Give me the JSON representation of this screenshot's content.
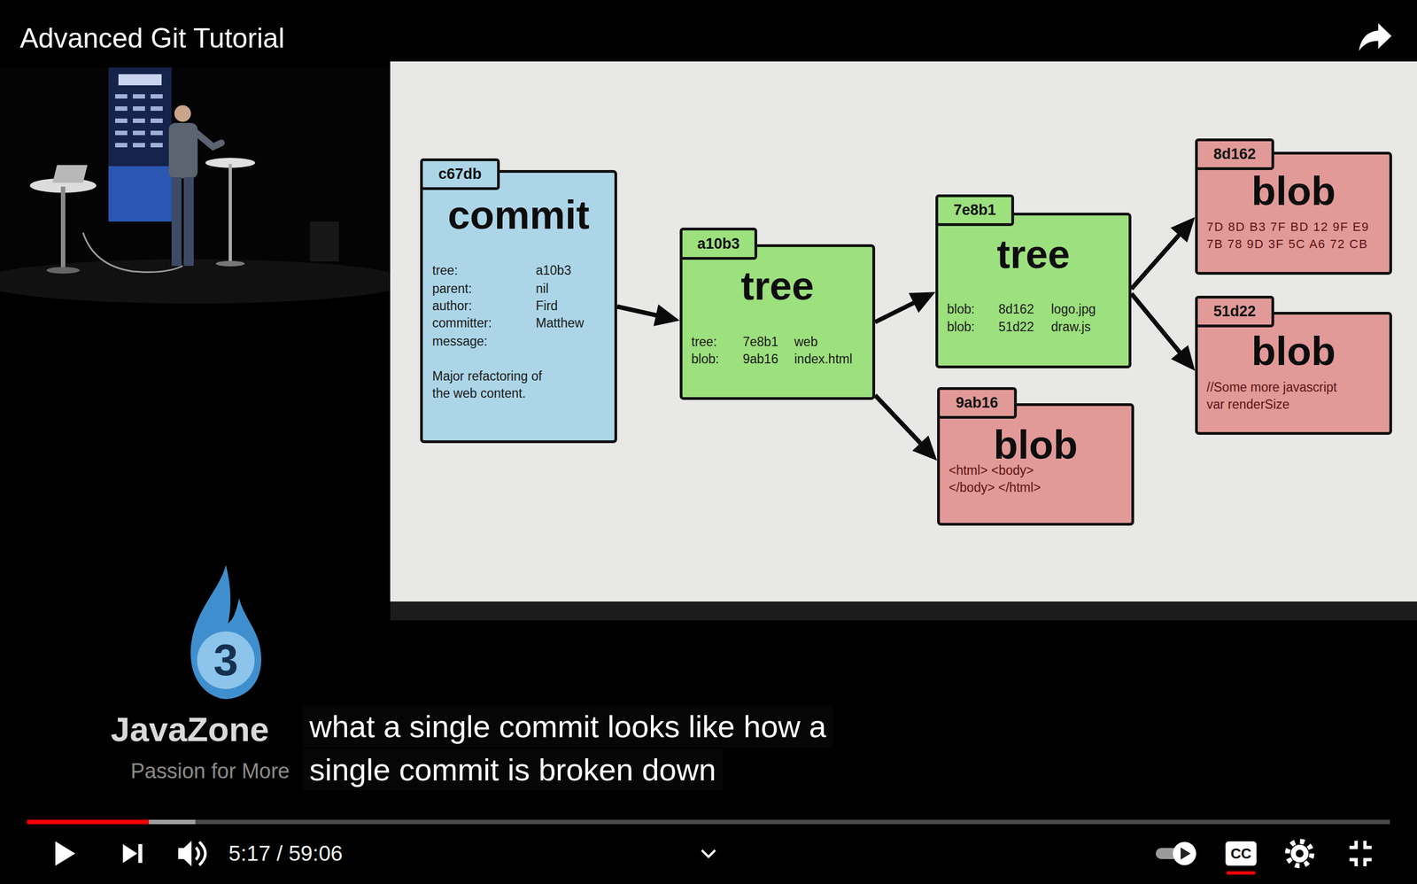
{
  "diagram": {
    "title": "Advanced Git Tutorial",
    "nodes": [
      {
        "text": [
          "c67db",
          "commit",
          "tree:",
          "a10b3",
          "parent:",
          "nil",
          "author:",
          "Fird",
          "committer:",
          "Matthew",
          "message:",
          "Major refactoring of the web content."
        ]
      },
      {
        "text": [
          "a10b3",
          "tree",
          "tree:",
          "7e8b1",
          "web",
          "blob:",
          "9ab16",
          "index.html"
        ]
      },
      {
        "text": [
          "7e8b1",
          "tree",
          "blob:",
          "8d162",
          "logo.jpg",
          "blob:",
          "51d22",
          "draw.js"
        ]
      },
      {
        "text": [
          "9ab16",
          "blob",
          "<html> <body></body> </html>"
        ]
      },
      {
        "text": [
          "8d162",
          "blob",
          "7D 8D B3 7F BD 12 9F E9 7B 78 9D 3F 5C A6 72 CB"
        ]
      },
      {
        "text": [
          "51d22",
          "blob",
          "//Some more javascript var renderSize"
        ]
      }
    ],
    "edges": [
      {
        "from": 0,
        "to": 1,
        "arrow": "to"
      },
      {
        "from": 1,
        "to": 2,
        "arrow": "to"
      },
      {
        "from": 1,
        "to": 3,
        "arrow": "to"
      },
      {
        "from": 2,
        "to": 4,
        "arrow": "to"
      },
      {
        "from": 2,
        "to": 5,
        "arrow": "to"
      }
    ],
    "labels": [
      "3",
      "JavaZone",
      "Passion for More",
      "what a single commit looks like how a",
      "single commit is broken down",
      "5:17 / 59:06",
      "CC"
    ]
  }
}
